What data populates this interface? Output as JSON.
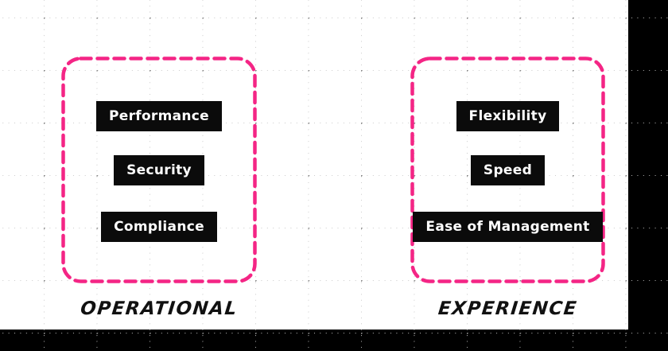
{
  "colors": {
    "accent_pink": "#F42585",
    "box_black": "#0B0B0B",
    "bar_black": "#000000",
    "grid_dot_minor": "#C6C6C6",
    "grid_dot_major": "#8A8A8A",
    "background": "#FFFFFF",
    "label_text": "#FFFFFF",
    "caption_text": "#111111"
  },
  "groups": [
    {
      "caption": "OPERATIONAL",
      "items": [
        "Performance",
        "Security",
        "Compliance"
      ]
    },
    {
      "caption": "EXPERIENCE",
      "items": [
        "Flexibility",
        "Speed",
        "Ease of Management"
      ]
    }
  ]
}
